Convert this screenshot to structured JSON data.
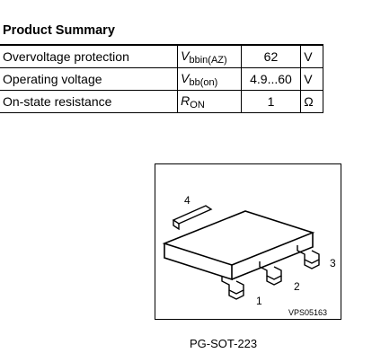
{
  "summary": {
    "title": "Product Summary",
    "rows": [
      {
        "param": "Overvoltage protection",
        "sym_main": "V",
        "sym_sub": "bbin(AZ)",
        "value": "62",
        "unit": "V"
      },
      {
        "param": "Operating voltage",
        "sym_main": "V",
        "sym_sub": "bb(on)",
        "value": "4.9...60",
        "unit": "V"
      },
      {
        "param": "On-state resistance",
        "sym_main": "R",
        "sym_sub": "ON",
        "value": "1",
        "unit": "Ω"
      }
    ]
  },
  "package": {
    "pin_labels": [
      "1",
      "2",
      "3",
      "4"
    ],
    "drawing_code": "VPS05163",
    "caption": "PG-SOT-223"
  }
}
